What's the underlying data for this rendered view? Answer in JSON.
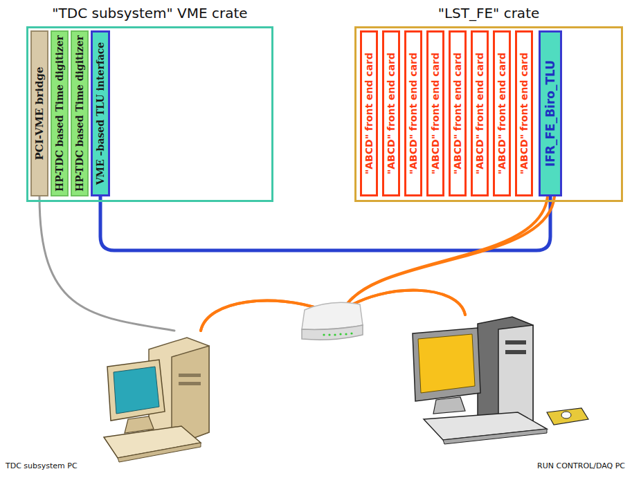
{
  "diagram": {
    "nodes": [
      {
        "text": [
          "\"TDC subsystem\" VME crate"
        ]
      },
      {
        "text": [
          "PCI-VME bridge"
        ],
        "in": 0
      },
      {
        "text": [
          "HP-TDC based Time digitizer"
        ],
        "in": 0
      },
      {
        "text": [
          "HP-TDC based Time digitizer"
        ],
        "in": 0
      },
      {
        "text": [
          "VME –based TLU interface"
        ],
        "in": 0
      },
      {
        "text": [
          "\"LST_FE\" crate"
        ]
      },
      {
        "text": [
          "\"ABCD\" front end card"
        ],
        "in": 5
      },
      {
        "text": [
          "\"ABCD\" front end card"
        ],
        "in": 5
      },
      {
        "text": [
          "\"ABCD\" front end card"
        ],
        "in": 5
      },
      {
        "text": [
          "\"ABCD\" front end card"
        ],
        "in": 5
      },
      {
        "text": [
          "\"ABCD\" front end card"
        ],
        "in": 5
      },
      {
        "text": [
          "\"ABCD\" front end card"
        ],
        "in": 5
      },
      {
        "text": [
          "\"ABCD\" front end card"
        ],
        "in": 5
      },
      {
        "text": [
          "\"ABCD\" front end card"
        ],
        "in": 5
      },
      {
        "text": [
          "IFR_FE_Biro_TLU"
        ],
        "in": 5
      },
      {
        "text": [
          "TDC subsystem PC"
        ]
      },
      {
        "text": [
          "RUN CONTROL/DAQ PC"
        ]
      }
    ],
    "edges": [
      {
        "from": 1,
        "to": 15,
        "arrow": "none"
      },
      {
        "from": 4,
        "to": 14,
        "arrow": "none"
      },
      {
        "from": 15,
        "to": 14,
        "arrow": "none"
      },
      {
        "from": 15,
        "to": 16,
        "arrow": "none"
      },
      {
        "from": 16,
        "to": 14,
        "arrow": "none"
      }
    ]
  }
}
